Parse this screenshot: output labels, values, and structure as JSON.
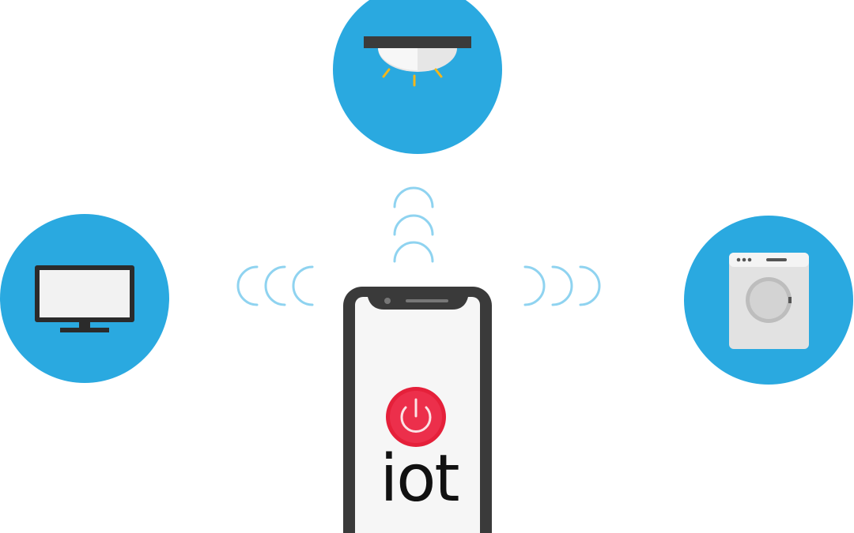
{
  "phone": {
    "label": "iot",
    "power_button_icon": "power-icon"
  },
  "devices": [
    {
      "name": "ceiling-light",
      "icon": "ceiling-light-icon"
    },
    {
      "name": "television",
      "icon": "monitor-icon"
    },
    {
      "name": "washing-machine",
      "icon": "washing-machine-icon"
    }
  ],
  "signals": [
    {
      "direction": "up",
      "waves": 3
    },
    {
      "direction": "left",
      "waves": 3
    },
    {
      "direction": "right",
      "waves": 3
    }
  ],
  "colors": {
    "circle_fill": "#2aa9e0",
    "wave_stroke": "#8fd3f0",
    "phone_frame": "#3a3a3a",
    "power_button": "#e5203a",
    "light_ray": "#f4b61a"
  }
}
